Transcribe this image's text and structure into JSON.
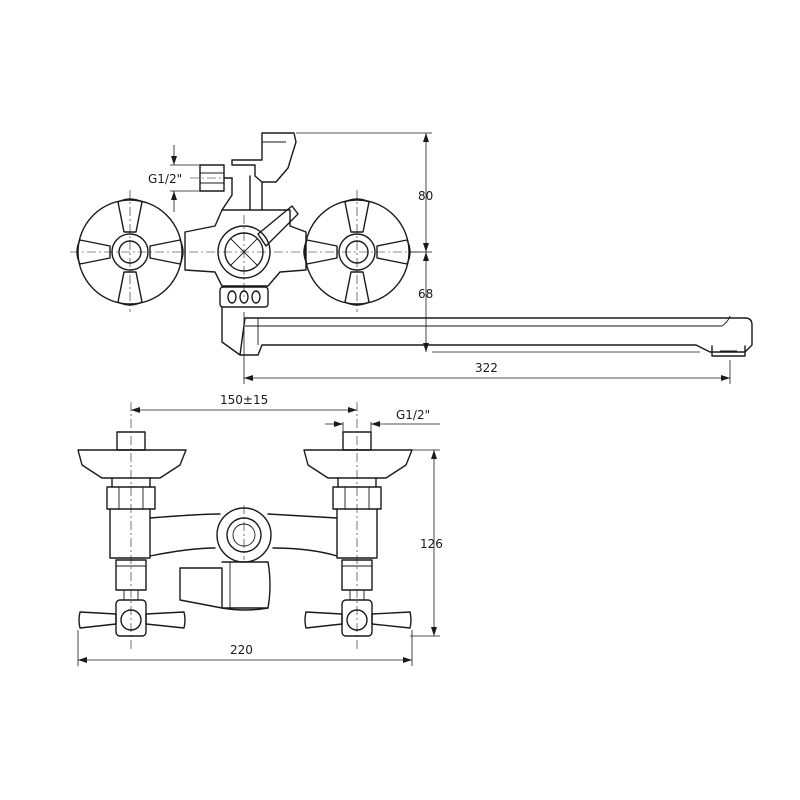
{
  "top_view": {
    "thread_label": "G1/2\"",
    "dim_height_upper": "80",
    "dim_height_lower": "68",
    "dim_spout_length": "322"
  },
  "front_view": {
    "dim_centers": "150±15",
    "thread_label": "G1/2\"",
    "dim_height": "126",
    "dim_width": "220"
  }
}
